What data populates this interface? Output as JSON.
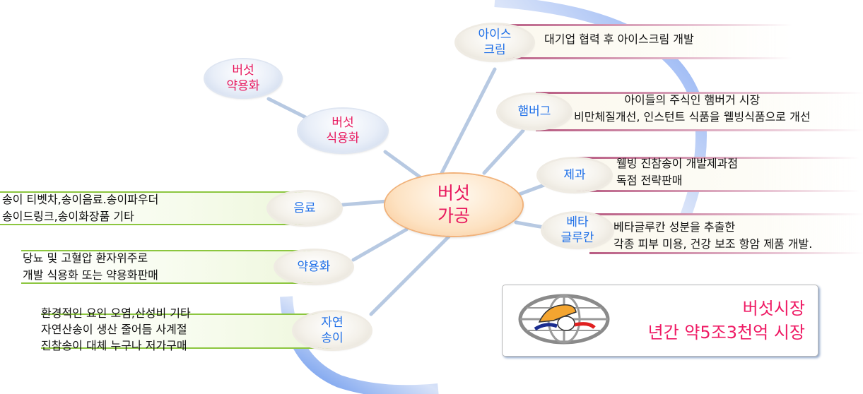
{
  "center": {
    "line1": "버섯",
    "line2": "가공"
  },
  "left_nodes": [
    {
      "id": "mushroom-medicinal",
      "line1": "버섯",
      "line2": "약용화"
    },
    {
      "id": "mushroom-edible",
      "line1": "버섯",
      "line2": "식용화"
    }
  ],
  "branches_left": [
    {
      "label1": "음료",
      "label2": "",
      "desc": [
        "송이 티벳차,송이음료.송이파우더",
        "송이드링크,송이화장품 기타"
      ]
    },
    {
      "label1": "약용화",
      "label2": "",
      "desc": [
        "당뇨 및 고혈압 환자위주로",
        "개발 식용화 또는 약용화판매"
      ]
    },
    {
      "label1": "자연",
      "label2": "송이",
      "desc": [
        "환경적인 요인 오염,산성비 기타",
        "자연산송이 생산 줄어듬 사계절",
        "진참송이 대체 누구나 저가구매"
      ]
    }
  ],
  "branches_right": [
    {
      "label1": "아이스",
      "label2": "크림",
      "desc": [
        "대기업 협력 후 아이스크림 개발"
      ]
    },
    {
      "label1": "햄버그",
      "label2": "",
      "desc": [
        "아이들의 주식인 햄버거 시장",
        "비만체질개선, 인스턴트 식품을 웰빙식품으로 개선"
      ]
    },
    {
      "label1": "제과",
      "label2": "",
      "desc": [
        "웰빙 진참송이 개발제과점",
        "독점 전략판매"
      ]
    },
    {
      "label1": "베타",
      "label2": "글루칸",
      "desc": [
        "베타글루칸 성분을 추출한",
        "각종 피부 미용, 건강 보조 항암 제품 개발."
      ]
    }
  ],
  "market_box": {
    "line1": "버섯시장",
    "line2": "년간 약5조3천억 시장",
    "logo": "mushroom-globe-logo"
  },
  "colors": {
    "accent_pink": "#e8175d",
    "label_blue": "#1e6fe8",
    "connector": "#b7c9e2"
  }
}
